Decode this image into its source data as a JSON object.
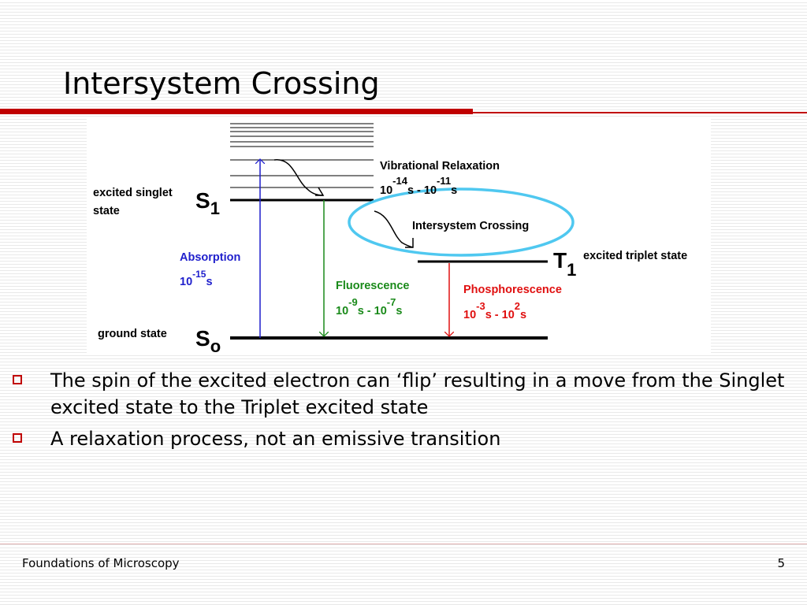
{
  "slide": {
    "title": "Intersystem Crossing",
    "footer_left": "Foundations of Microscopy",
    "page_number": "5"
  },
  "diagram": {
    "labels": {
      "excited_singlet_line1": "excited singlet",
      "excited_singlet_line2": "state",
      "s1_letter": "S",
      "s1_sub": "1",
      "ground_state": "ground state",
      "s0_letter": "S",
      "s0_sub": "o",
      "absorption": "Absorption",
      "absorption_base": "10",
      "absorption_exp": "-15",
      "absorption_unit": "s",
      "vibrational_relaxation": "Vibrational Relaxation",
      "vr_base1": "10",
      "vr_exp1": "-14",
      "vr_mid": "s - 10",
      "vr_exp2": "-11",
      "vr_unit": "s",
      "intersystem_crossing": "Intersystem Crossing",
      "t1_letter": "T",
      "t1_sub": "1",
      "excited_triplet": "excited triplet state",
      "fluorescence": "Fluorescence",
      "fl_base1": "10",
      "fl_exp1": "-9",
      "fl_mid": "s - 10",
      "fl_exp2": "-7",
      "fl_unit": "s",
      "phosphorescence": "Phosphorescence",
      "ph_base1": "10",
      "ph_exp1": "-3",
      "ph_mid": "s - 10",
      "ph_exp2": "2",
      "ph_unit": "s"
    },
    "colors": {
      "absorption": "#1f1fcc",
      "fluorescence": "#1a8a1a",
      "phosphorescence": "#e01010",
      "highlight_ellipse": "#4fc8f0"
    }
  },
  "bullets": [
    "The spin of the excited electron can ‘flip’ resulting in a move from the Singlet excited state to the Triplet excited state",
    "A relaxation process, not an emissive transition"
  ]
}
